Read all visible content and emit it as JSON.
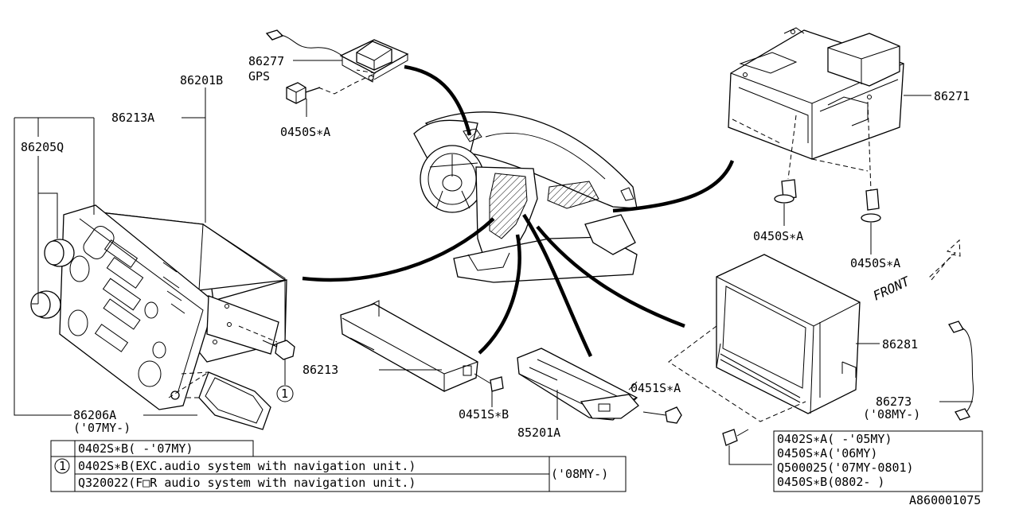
{
  "labels": {
    "gps_part": "86277",
    "gps_name": "GPS",
    "panel_assy": "86201B",
    "panel_upper": "86213A",
    "knob": "86205Q",
    "bezel": "86206A",
    "bezel_year": "('07MY-)",
    "bolt_gps": "0450S∗A",
    "pocket": "86213",
    "screw_pocket": "0451S∗B",
    "bracket": "85201A",
    "screw_bracket": "0451S∗A",
    "nav_unit": "86271",
    "bolt_nav_left": "0450S∗A",
    "bolt_nav_right": "0450S∗A",
    "front": "FRONT",
    "display": "86281",
    "cable": "86273",
    "cable_year": "('08MY-)",
    "circle_ref": "1",
    "diagram_code": "A860001075"
  },
  "note_table_left": {
    "row1": "0402S∗B( -'07MY)",
    "row2": "0402S∗B(EXC.audio system with navigation unit.)",
    "row3": "Q320022(F□R audio system with navigation unit.)",
    "row23_year": "('08MY-)",
    "circle": "1"
  },
  "note_table_right": {
    "row1": "0402S∗A( -'05MY)",
    "row2": "0450S∗A('06MY)",
    "row3": "Q500025('07MY-0801)",
    "row4": "0450S∗B(0802- )"
  }
}
